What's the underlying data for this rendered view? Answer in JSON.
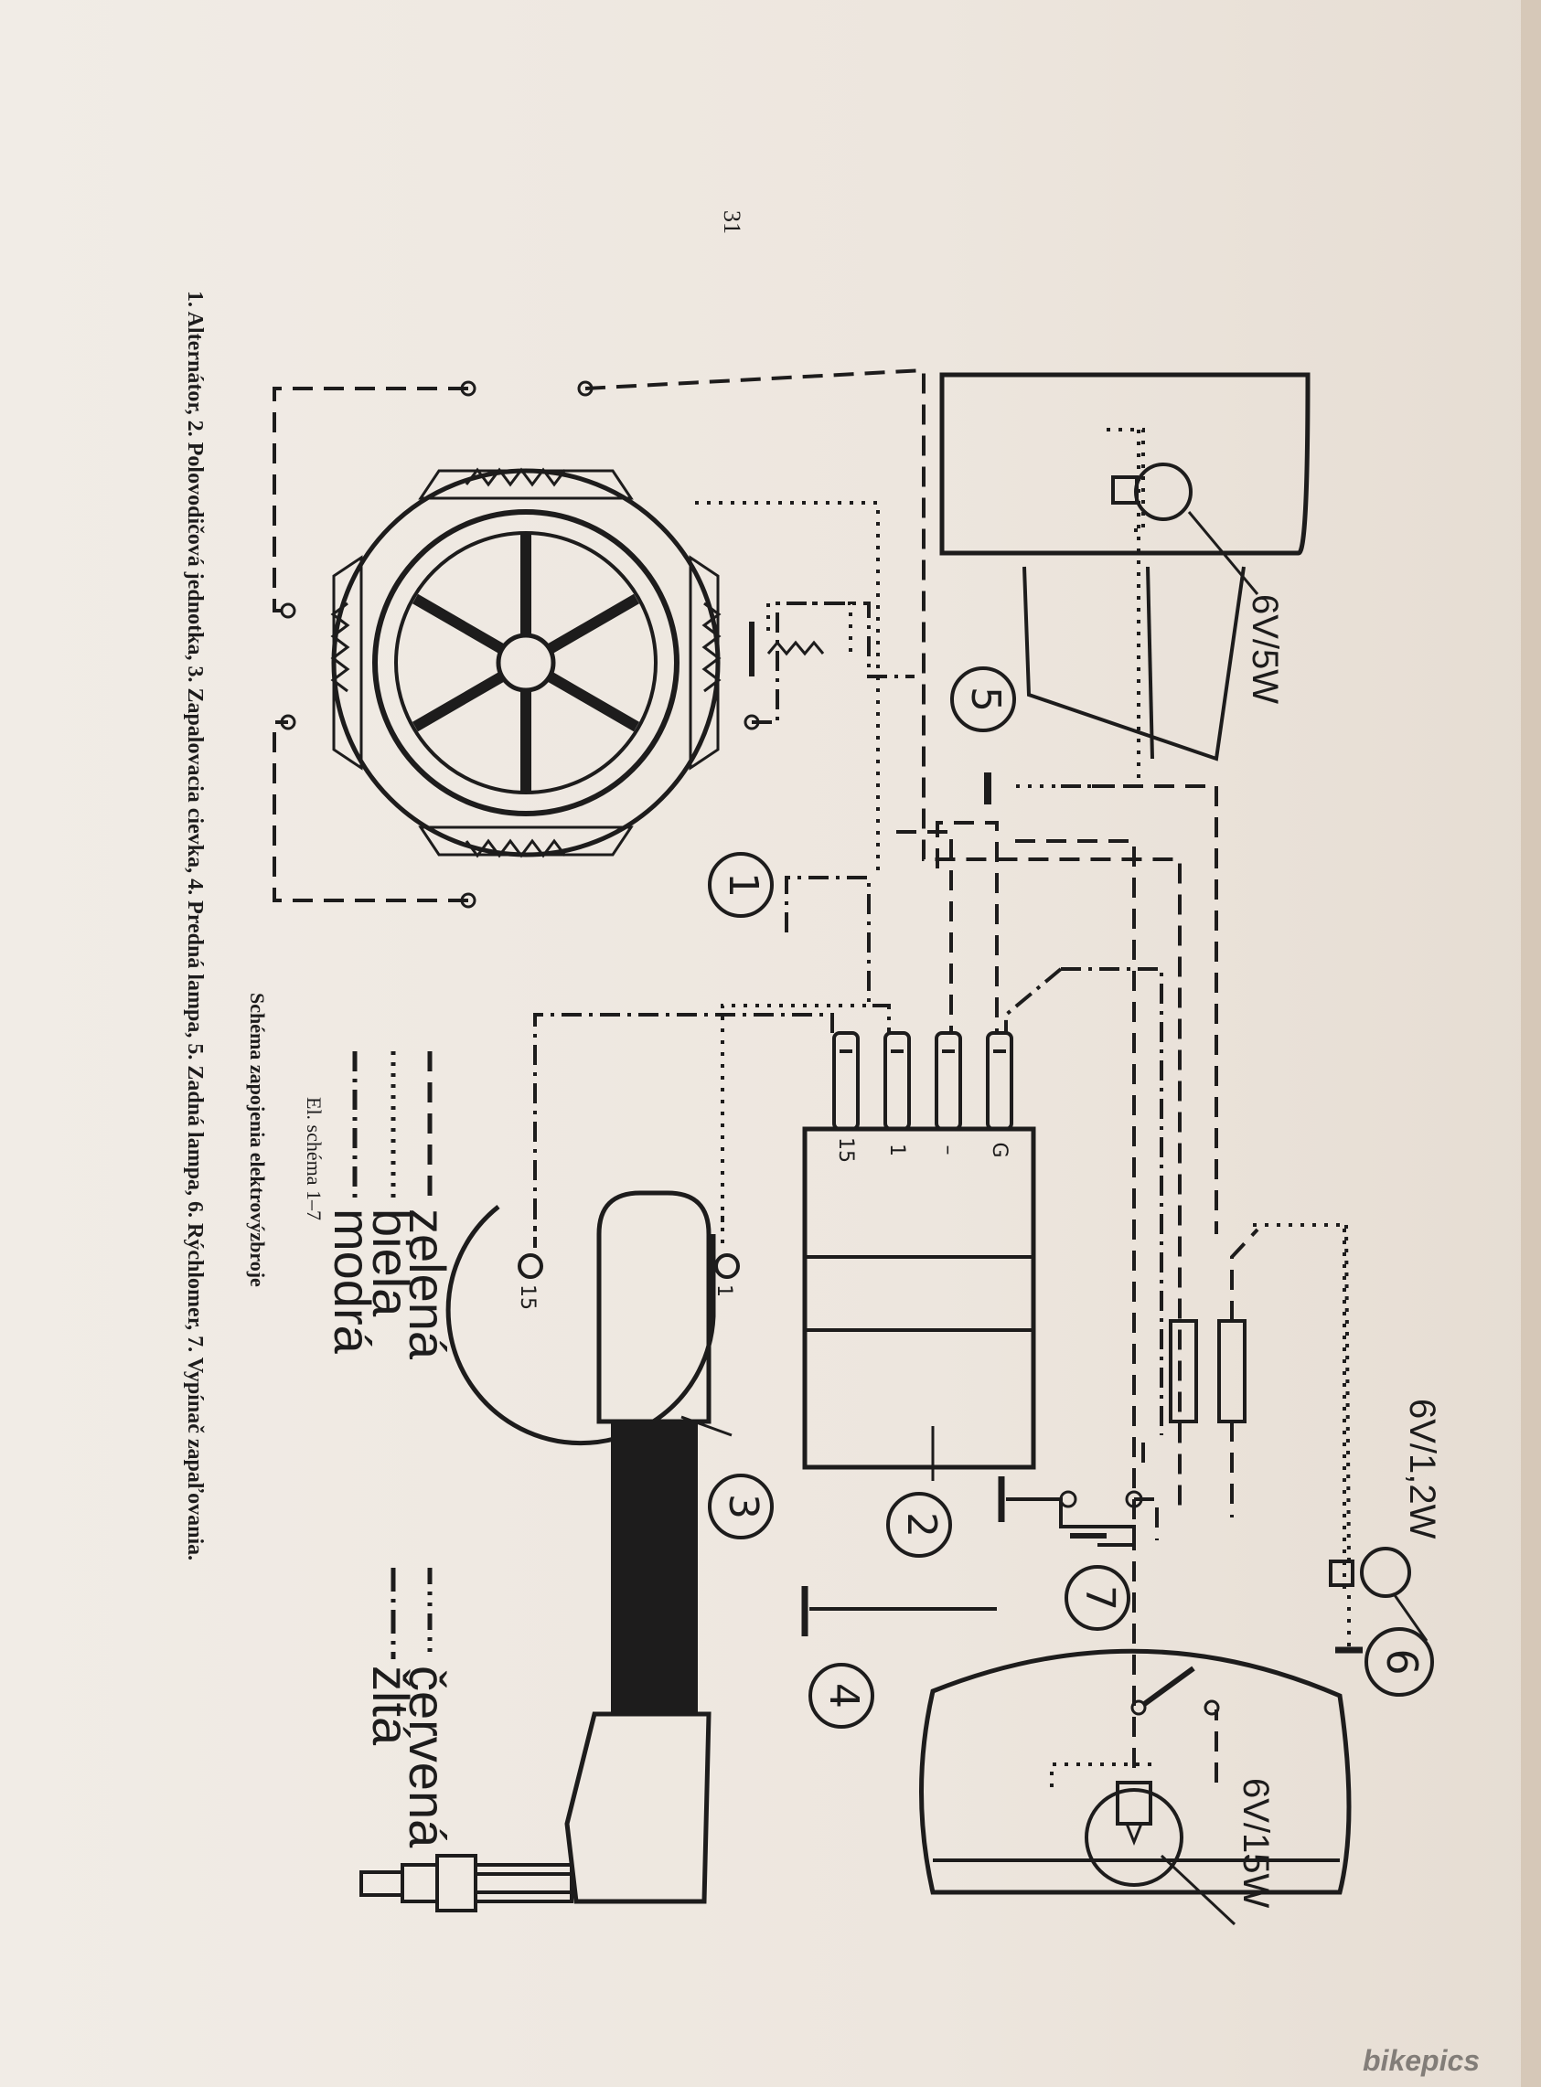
{
  "page_number": "31",
  "caption": "1. Alternátor, 2. Polovodičová jednotka, 3. Zapalovacia cievka, 4. Predná lampa, 5. Zadná lampa, 6. Rýchlomer, 7. Vypínač zapaľovania.",
  "title": "Schéma zapojenia elektrovýzbroje",
  "subtitle": "El. schéma 1–7",
  "legend": [
    {
      "style": "dashed",
      "label": "zelená"
    },
    {
      "style": "dotted",
      "label": "biela"
    },
    {
      "style": "dash-dot",
      "label": "modrá"
    },
    {
      "style": "dash-dot-dot",
      "label": "červená"
    },
    {
      "style": "dash-dot-long",
      "label": "žltá"
    }
  ],
  "components": {
    "n1": "1",
    "n2": "2",
    "n3": "3",
    "n4": "4",
    "n5": "5",
    "n6": "6",
    "n7": "7"
  },
  "terminals": {
    "t15": "15",
    "t1": "1",
    "tminus": "–",
    "tg": "G"
  },
  "coil_terminals": {
    "c15": "15",
    "c1": "1"
  },
  "bulbs": {
    "rear": "6V/5W",
    "speedo": "6V/1,2W",
    "head": "6V/15W"
  },
  "watermark": "bikepics",
  "colors": {
    "paper": "#ede6de",
    "ink": "#1d1c1c"
  }
}
